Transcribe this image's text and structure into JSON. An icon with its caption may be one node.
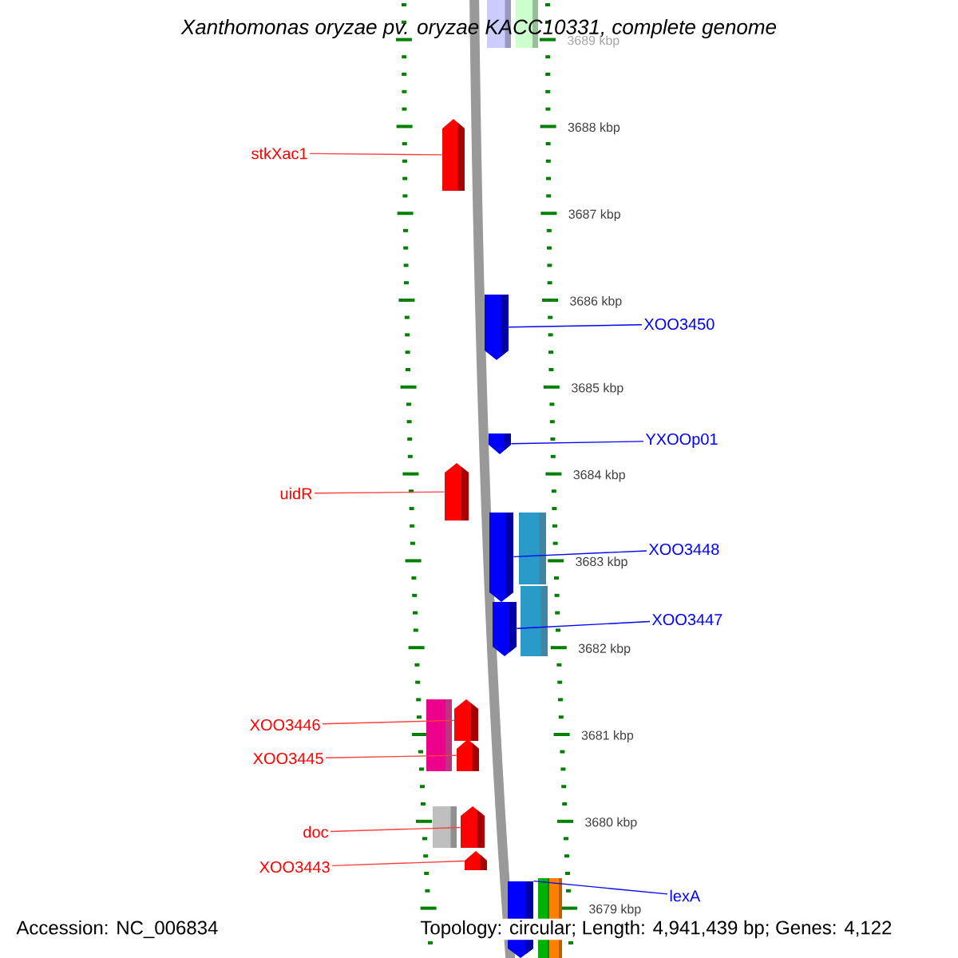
{
  "diagram": {
    "title": "Xanthomonas oryzae pv. oryzae KACC10331, complete genome",
    "nodes": [
      {
        "text": [
          "stkXac1"
        ]
      },
      {
        "text": [],
        "shape": "arrow"
      },
      {
        "text": [
          "XOO3450"
        ]
      },
      {
        "text": [],
        "shape": "arrow"
      },
      {
        "text": [
          "YXOOp01"
        ]
      },
      {
        "text": [],
        "shape": "arrow"
      },
      {
        "text": [
          "uidR"
        ]
      },
      {
        "text": [],
        "shape": "arrow"
      },
      {
        "text": [
          "XOO3448"
        ]
      },
      {
        "text": [],
        "shape": "arrow"
      },
      {
        "text": [
          "XOO3447"
        ]
      },
      {
        "text": [],
        "shape": "arrow"
      },
      {
        "text": [
          "XOO3446"
        ]
      },
      {
        "text": [],
        "shape": "arrow"
      },
      {
        "text": [
          "XOO3445"
        ]
      },
      {
        "text": [],
        "shape": "arrow"
      },
      {
        "text": [
          "doc"
        ]
      },
      {
        "text": [],
        "shape": "arrow"
      },
      {
        "text": [
          "XOO3443"
        ]
      },
      {
        "text": [],
        "shape": "arrow"
      },
      {
        "text": [
          "lexA"
        ]
      },
      {
        "text": [],
        "shape": "arrow"
      }
    ],
    "edges": [
      {
        "from": 0,
        "to": 1,
        "arrow": "none"
      },
      {
        "from": 2,
        "to": 3,
        "arrow": "none",
        "color": "#0000ff"
      },
      {
        "from": 4,
        "to": 5,
        "arrow": "none",
        "color": "#0000ff"
      },
      {
        "from": 6,
        "to": 7,
        "arrow": "none"
      },
      {
        "from": 8,
        "to": 9,
        "arrow": "none",
        "color": "#0000ff"
      },
      {
        "from": 10,
        "to": 11,
        "arrow": "none",
        "color": "#0000ff"
      },
      {
        "from": 12,
        "to": 13,
        "arrow": "none"
      },
      {
        "from": 14,
        "to": 15,
        "arrow": "none"
      },
      {
        "from": 16,
        "to": 17,
        "arrow": "none"
      },
      {
        "from": 18,
        "to": 19,
        "arrow": "none"
      },
      {
        "from": 20,
        "to": 21,
        "arrow": "none",
        "color": "#0000ff"
      }
    ],
    "labels": [
      "3689 kbp",
      "3688 kbp",
      "3687 kbp",
      "3686 kbp",
      "3685 kbp",
      "3684 kbp",
      "3683 kbp",
      "3682 kbp",
      "3681 kbp",
      "3680 kbp",
      "3679 kbp",
      "Accession: NC_006834",
      "Topology: circular; Length: 4,941,439 bp; Genes: 4,122"
    ]
  }
}
